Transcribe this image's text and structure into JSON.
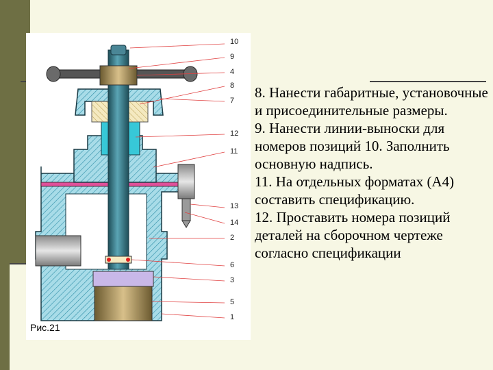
{
  "figure": {
    "caption": "Рис.21",
    "callouts": [
      "10",
      "9",
      "4",
      "8",
      "7",
      "12",
      "11",
      "13",
      "14",
      "2",
      "6",
      "3",
      "5",
      "1"
    ]
  },
  "instructions": [
    "8. Нанести габаритные, установочные и присоединительные размеры.",
    "9. Нанести линии-выноски для номеров позиций 10. Заполнить основную надпись.",
    "11. На отдельных форматах (А4) составить спецификацию.",
    "12. Проставить номера позиций деталей на сборочном чертеже согласно спецификации"
  ],
  "colors": {
    "background": "#f7f7e4",
    "accent_bar": "#6e6f44",
    "body_fill": "#a8dce8",
    "hatch": "#2f8fa8",
    "gasket": "#e0509a",
    "nut": "#f4e9c0",
    "stem": "#2e6e7e",
    "bronze": "#b8a070",
    "seat": "#c9b8e8"
  }
}
